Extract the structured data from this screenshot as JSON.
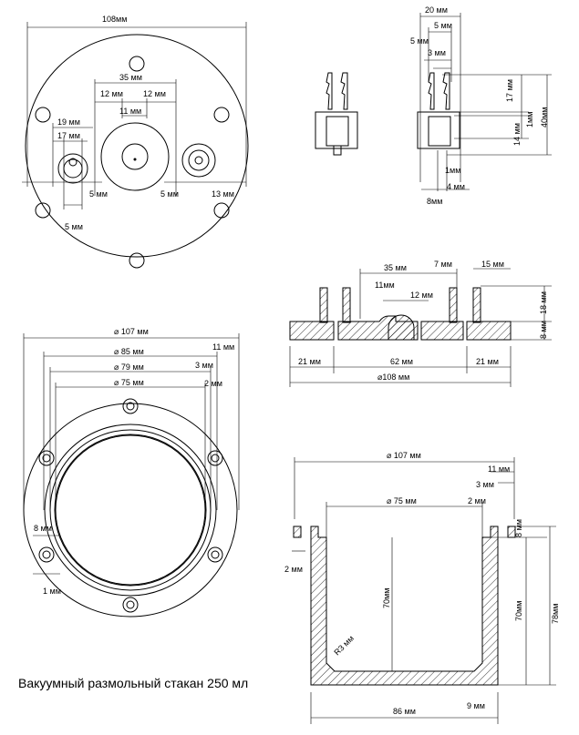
{
  "caption": "Вакуумный размольный стакан 250 мл",
  "top_view": {
    "d108": "108мм",
    "d35": "35 мм",
    "d12a": "12 мм",
    "d12b": "12 мм",
    "d11": "11 мм",
    "d19": "19 мм",
    "d17": "17 мм",
    "d5a": "5 мм",
    "d5b": "5 мм",
    "d13": "13 мм",
    "d5c": "5 мм"
  },
  "valve_side": {
    "d20": "20 мм",
    "d5a": "5 мм",
    "d5b": "5 мм",
    "d3": "3 мм",
    "d17": "17 мм",
    "d1": "1мм",
    "d14": "14 мм",
    "d40": "40мм",
    "d1b": "1мм",
    "d4": "4 мм",
    "d8": "8мм"
  },
  "lid_section": {
    "d35": "35 мм",
    "d7": "7 мм",
    "d15": "15 мм",
    "d11": "11мм",
    "d12": "12 мм",
    "d18": "18 мм",
    "d8": "8 мм",
    "d21a": "21 мм",
    "d62": "62 мм",
    "d21b": "21 мм",
    "d108": "⌀108 мм"
  },
  "bowl_top": {
    "d107": "⌀ 107 мм",
    "d11": "11 мм",
    "d85": "⌀ 85 мм",
    "d79": "⌀ 79 мм",
    "d3": "3 мм",
    "d75": "⌀ 75 мм",
    "d2": "2 мм",
    "d8": "8 мм",
    "d1": "1 мм"
  },
  "bowl_section": {
    "d107": "⌀ 107 мм",
    "d11": "11 мм",
    "d3": "3 мм",
    "d75": "⌀ 75 мм",
    "d2": "2 мм",
    "d8": "8 мм",
    "d2b": "2 мм",
    "d70a": "70мм",
    "d70b": "70мм",
    "d78": "78мм",
    "r3": "R3 мм",
    "d86": "86 мм",
    "d9": "9 мм"
  }
}
